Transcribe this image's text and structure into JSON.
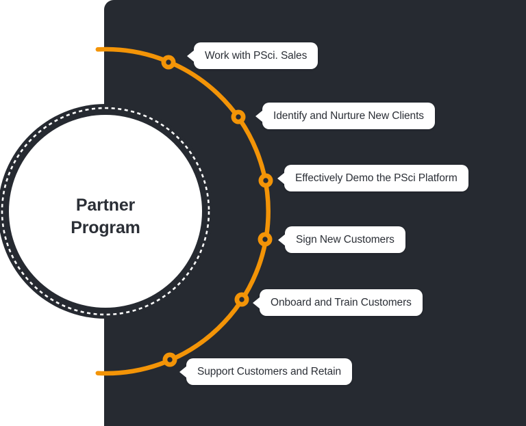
{
  "title": {
    "line1": "Partner",
    "line2": "Program"
  },
  "steps": [
    "Work with PSci. Sales",
    "Identify and Nurture New Clients",
    "Effectively Demo the PSci Platform",
    "Sign New Customers",
    "Onboard and Train Customers",
    "Support Customers and Retain"
  ],
  "colors": {
    "panel_background": "#262A31",
    "accent_orange": "#F39407",
    "bubble_background": "#FFFFFF",
    "text_dark": "#2B2F36",
    "dashed_ring": "#FFFFFF"
  },
  "node_icon": "orange-donut-marker"
}
